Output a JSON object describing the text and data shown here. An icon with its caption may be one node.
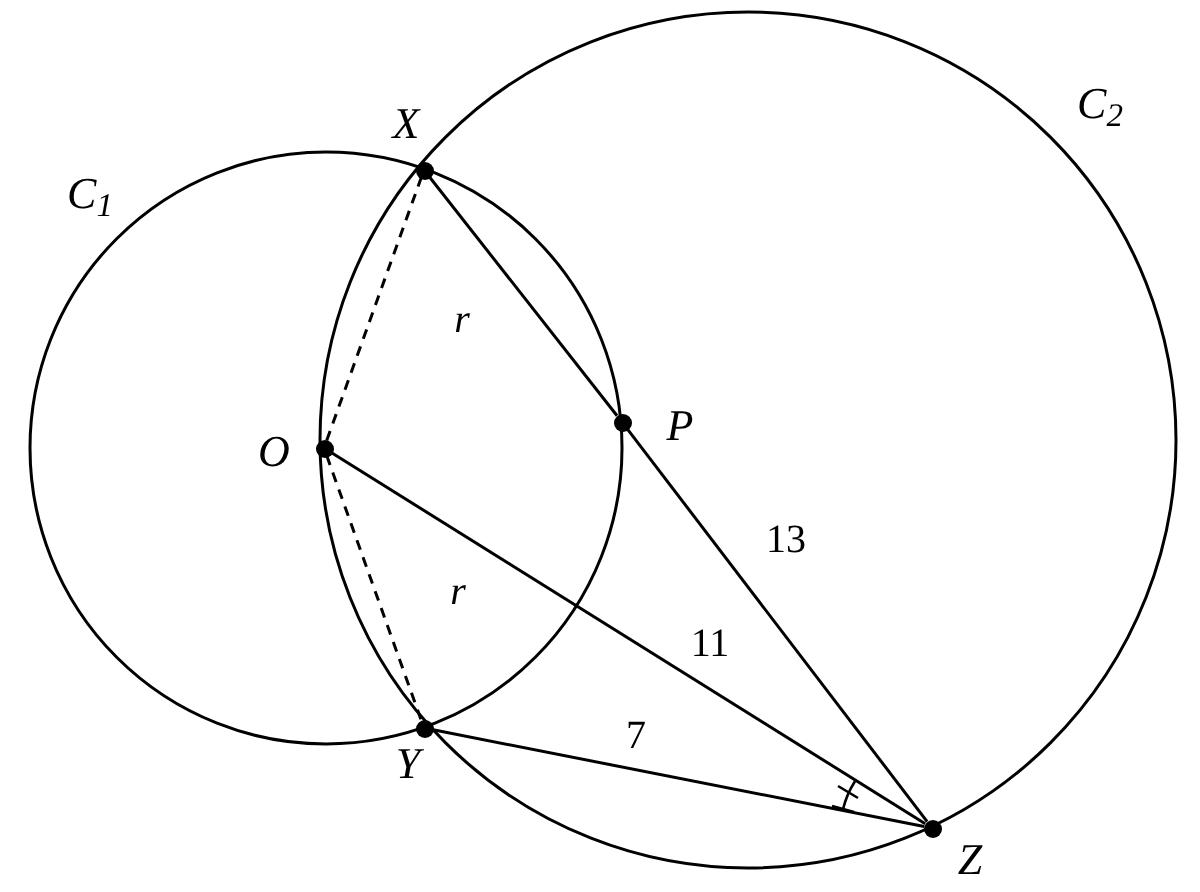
{
  "diagram": {
    "nodes": [
      {
        "text": [
          "X"
        ]
      },
      {
        "text": [
          "P"
        ]
      },
      {
        "text": [
          "O"
        ]
      },
      {
        "text": [
          "Y"
        ]
      },
      {
        "text": [
          "Z"
        ]
      }
    ],
    "edges": [
      {
        "from": 0,
        "to": 1,
        "arrow": "none"
      },
      {
        "from": 1,
        "to": 4,
        "arrow": "none",
        "label": "13"
      },
      {
        "from": 2,
        "to": 4,
        "arrow": "none",
        "label": "11"
      },
      {
        "from": 3,
        "to": 4,
        "arrow": "none",
        "label": "7"
      },
      {
        "from": 2,
        "to": 0,
        "arrow": "none",
        "style": "dashed",
        "label": "r"
      },
      {
        "from": 2,
        "to": 3,
        "arrow": "none",
        "style": "dashed",
        "label": "r"
      }
    ],
    "labels": [
      "*C*$_{1}$",
      "*C*$_{2}$"
    ]
  }
}
